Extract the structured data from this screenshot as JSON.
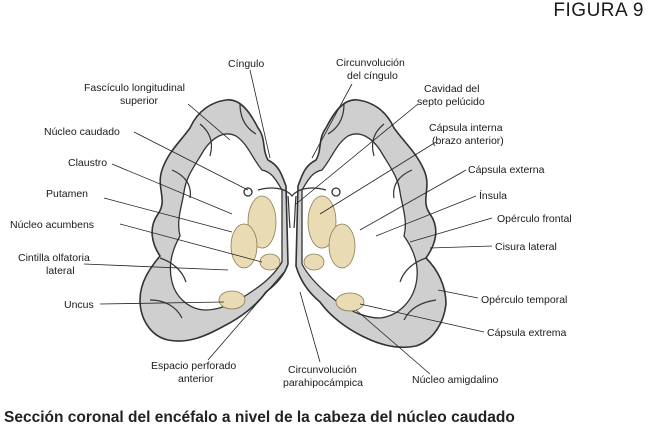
{
  "figure_tag": "FIGURA 9",
  "caption": "Sección coronal del encéfalo a nivel de la cabeza del núcleo caudado",
  "labels": {
    "cingulo": "Cíngulo",
    "circ_cingulo_1": "Circunvolución",
    "circ_cingulo_2": "del cíngulo",
    "fasciculo_1": "Fascículo longitudinal",
    "fasciculo_2": "superior",
    "cavidad_1": "Cavidad del",
    "cavidad_2": "septo pelúcido",
    "nucleo_caudado": "Núcleo caudado",
    "capsula_interna_1": "Cápsula interna",
    "capsula_interna_2": "(brazo anterior)",
    "claustro": "Claustro",
    "capsula_externa": "Cápsula externa",
    "putamen": "Putamen",
    "insula": "Ínsula",
    "nucleo_acumbens": "Núcleo acumbens",
    "operculo_frontal": "Opérculo frontal",
    "cisura_lateral": "Cisura lateral",
    "cintilla_1": "Cintilla olfatoria",
    "cintilla_2": "lateral",
    "uncus": "Uncus",
    "operculo_temporal": "Opérculo temporal",
    "capsula_extrema": "Cápsula extrema",
    "espacio_1": "Espacio perforado",
    "espacio_2": "anterior",
    "circ_parahipo_1": "Circunvolución",
    "circ_parahipo_2": "parahipocámpica",
    "nucleo_amigdalino": "Núcleo amigdalino"
  }
}
